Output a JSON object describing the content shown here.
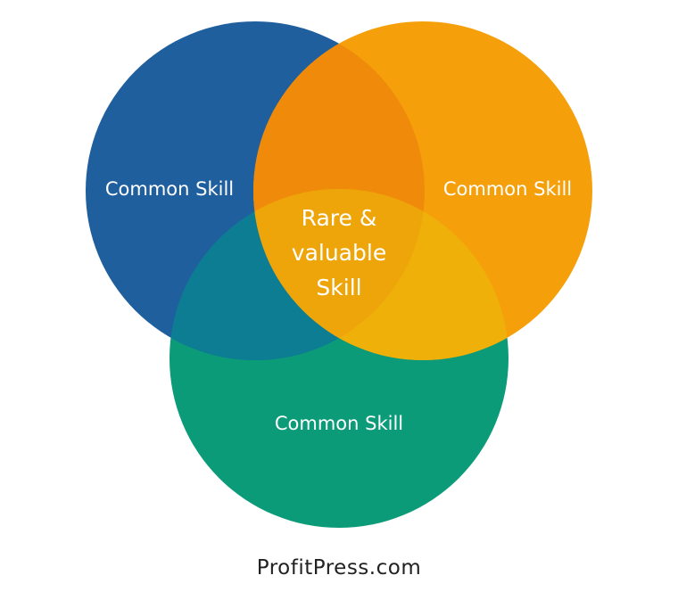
{
  "diagram": {
    "circles": [
      {
        "label": "Common Skill",
        "color": "#1f5f9e"
      },
      {
        "label": "Common Skill",
        "color": "#f5a00a"
      },
      {
        "label": "Common Skill",
        "color": "#0c9b79"
      }
    ],
    "overlap_colors": {
      "blue_orange": "#f08a0a",
      "blue_green": "#0d7d94",
      "orange_green": "#efb00a",
      "center": "#eea50a"
    },
    "center_label_lines": [
      "Rare &",
      "valuable",
      "Skill"
    ]
  },
  "footer": {
    "text": "ProfitPress.com"
  }
}
